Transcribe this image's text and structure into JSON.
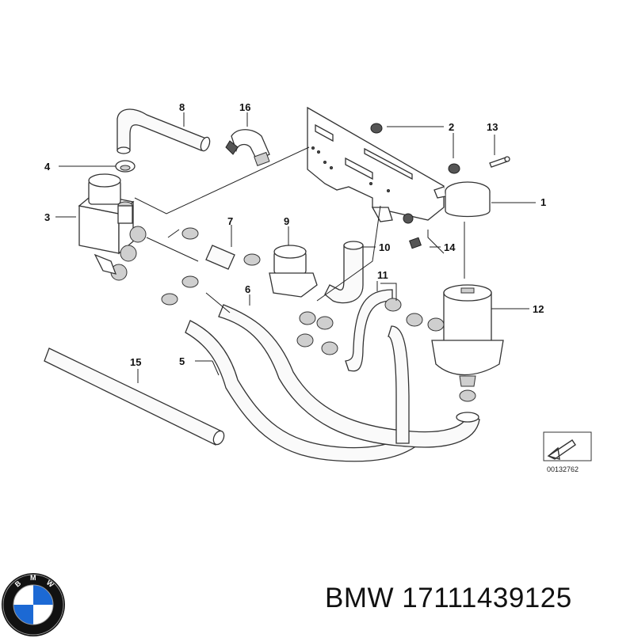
{
  "diagram": {
    "callouts": {
      "c1": "1",
      "c2": "2",
      "c3": "3",
      "c4": "4",
      "c5": "5",
      "c6": "6",
      "c7": "7",
      "c8": "8",
      "c9": "9",
      "c10": "10",
      "c11": "11",
      "c12": "12",
      "c13": "13",
      "c14": "14",
      "c15": "15",
      "c16": "16"
    },
    "reference_number": "00132762"
  },
  "brand": {
    "text": "BMW 17111439125",
    "logo_lettering": "BMW"
  },
  "colors": {
    "line": "#333333",
    "logo_blue": "#1c69d4",
    "logo_black": "#111111"
  }
}
